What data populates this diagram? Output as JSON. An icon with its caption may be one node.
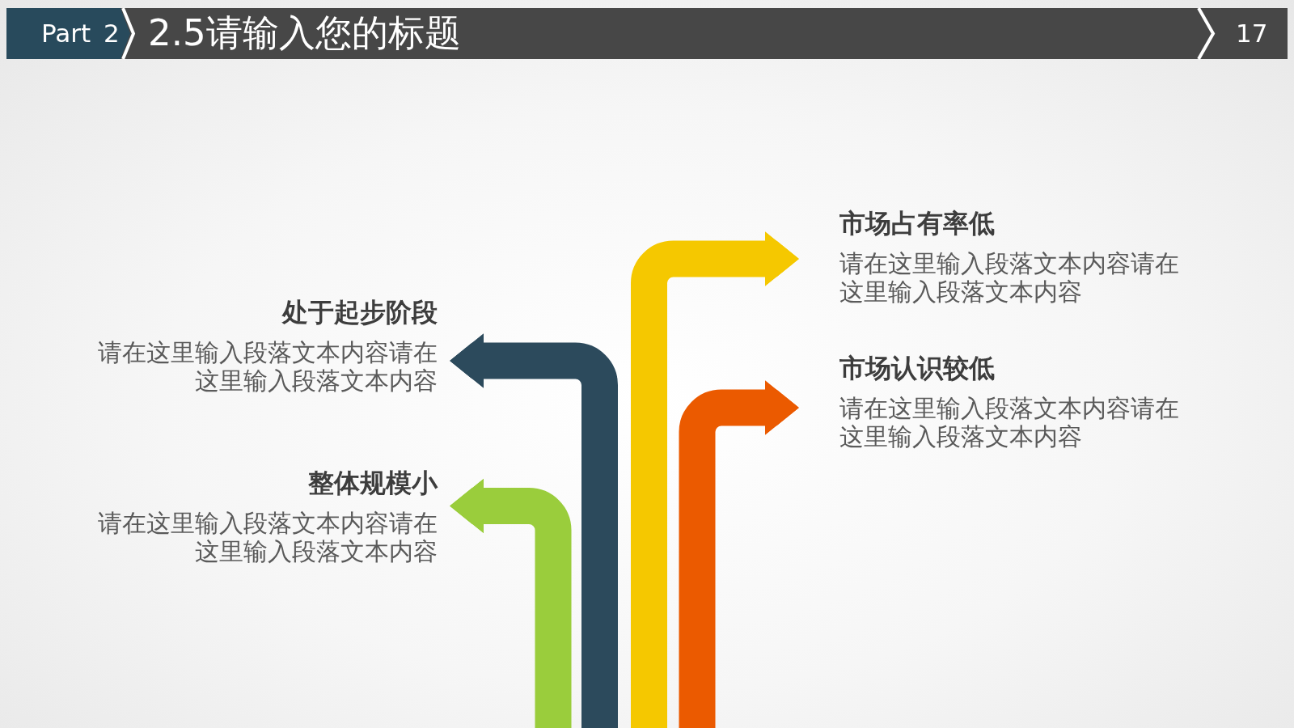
{
  "diagram": {
    "title": "2.5请输入您的标题",
    "nodes": [
      {
        "text": [
          "处于起步阶段",
          "请在这里输入段落文本内容请在这里输入段落文本内容"
        ]
      },
      {
        "text": [
          "整体规模小",
          "请在这里输入段落文本内容请在这里输入段落文本内容"
        ]
      },
      {
        "text": [
          "市场占有率低",
          "请在这里输入段落文本内容请在这里输入段落文本内容"
        ]
      },
      {
        "text": [
          "市场认识较低",
          "请在这里输入段落文本内容请在这里输入段落文本内容"
        ]
      }
    ],
    "edges": [
      {
        "from": null,
        "to": 0,
        "arrow": "to",
        "color": "#2c4a5c"
      },
      {
        "from": null,
        "to": 1,
        "arrow": "to",
        "color": "#9acd3c"
      },
      {
        "from": null,
        "to": 2,
        "arrow": "to",
        "color": "#f5c800"
      },
      {
        "from": null,
        "to": 3,
        "arrow": "to",
        "color": "#eb5a00"
      }
    ],
    "labels": [
      "Part 2",
      "17"
    ]
  }
}
